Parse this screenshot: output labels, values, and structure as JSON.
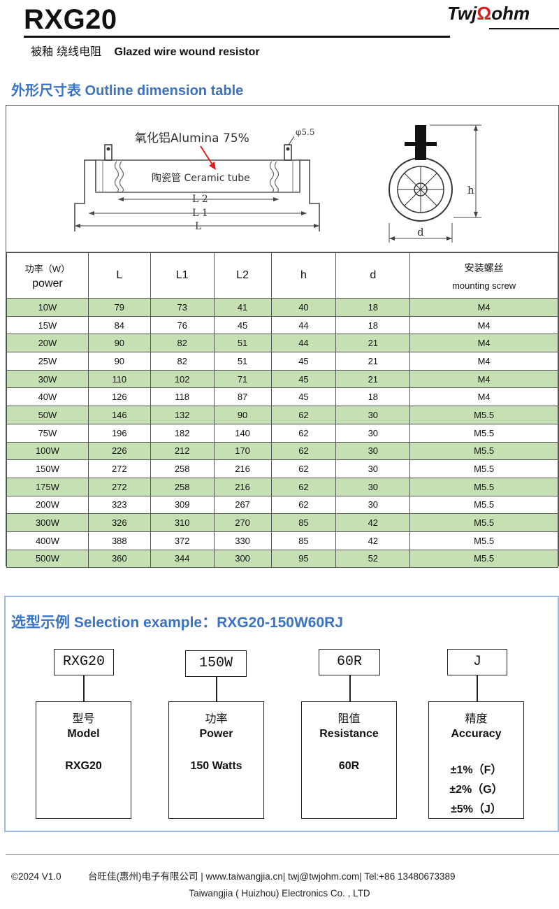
{
  "header": {
    "title": "RXG20",
    "subtitle_cn": "被釉 绕线电阻",
    "subtitle_en": "Glazed wire wound resistor",
    "logo_prefix": "Twj",
    "logo_omega": "Ω",
    "logo_suffix": "ohm"
  },
  "dimension_section": {
    "heading": "外形尺寸表  Outline dimension table",
    "drawing": {
      "alumina_label": "氧化铝Alumina 75%",
      "ceramic_label": "陶瓷管 Ceramic tube",
      "hole_label": "φ5.5",
      "l2_label": "L 2",
      "l1_label": "L 1",
      "l_label": "L",
      "h_label": "h",
      "d_label": "d"
    },
    "table": {
      "headers": {
        "power_cn": "功率（W）",
        "power_en": "power",
        "L": "L",
        "L1": "L1",
        "L2": "L2",
        "h": "h",
        "d": "d",
        "screw_cn": "安装螺丝",
        "screw_en": "mounting screw"
      },
      "rows": [
        [
          "10W",
          "79",
          "73",
          "41",
          "40",
          "18",
          "M4"
        ],
        [
          "15W",
          "84",
          "76",
          "45",
          "44",
          "18",
          "M4"
        ],
        [
          "20W",
          "90",
          "82",
          "51",
          "44",
          "21",
          "M4"
        ],
        [
          "25W",
          "90",
          "82",
          "51",
          "45",
          "21",
          "M4"
        ],
        [
          "30W",
          "110",
          "102",
          "71",
          "45",
          "21",
          "M4"
        ],
        [
          "40W",
          "126",
          "118",
          "87",
          "45",
          "18",
          "M4"
        ],
        [
          "50W",
          "146",
          "132",
          "90",
          "62",
          "30",
          "M5.5"
        ],
        [
          "75W",
          "196",
          "182",
          "140",
          "62",
          "30",
          "M5.5"
        ],
        [
          "100W",
          "226",
          "212",
          "170",
          "62",
          "30",
          "M5.5"
        ],
        [
          "150W",
          "272",
          "258",
          "216",
          "62",
          "30",
          "M5.5"
        ],
        [
          "175W",
          "272",
          "258",
          "216",
          "62",
          "30",
          "M5.5"
        ],
        [
          "200W",
          "323",
          "309",
          "267",
          "62",
          "30",
          "M5.5"
        ],
        [
          "300W",
          "326",
          "310",
          "270",
          "85",
          "42",
          "M5.5"
        ],
        [
          "400W",
          "388",
          "372",
          "330",
          "85",
          "42",
          "M5.5"
        ],
        [
          "500W",
          "360",
          "344",
          "300",
          "95",
          "52",
          "M5.5"
        ]
      ]
    }
  },
  "selection_section": {
    "heading": "选型示例 Selection example：RXG20-150W60RJ",
    "codes": [
      "RXG20",
      "150W",
      "60R",
      "J"
    ],
    "model": {
      "cn": "型号",
      "en": "Model",
      "value": "RXG20"
    },
    "power": {
      "cn": "功率",
      "en": "Power",
      "value": "150 Watts"
    },
    "resistance": {
      "cn": "阻值",
      "en": "Resistance",
      "value": "60R"
    },
    "accuracy": {
      "cn": "精度",
      "en": "Accuracy",
      "options": [
        "±1%（F）",
        "±2%（G）",
        "±5%（J）"
      ]
    }
  },
  "footer": {
    "copyright": "©2024 V1.0",
    "line1": "台旺佳(惠州)电子有限公司 | www.taiwangjia.cn| twj@twjohm.com| Tel:+86   13480673389",
    "line2": "Taiwangjia ( Huizhou)    Electronics Co. ,    LTD"
  },
  "colors": {
    "accent_blue": "#3b73c4",
    "row_green": "#c6e0b4",
    "box_border_blue": "#9db7df",
    "logo_red": "#d62020"
  }
}
